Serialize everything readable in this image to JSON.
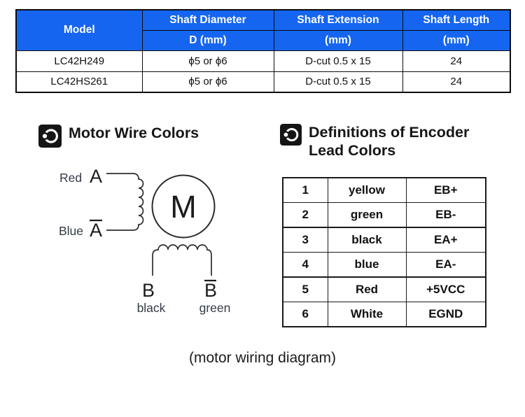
{
  "page": {
    "caption": "(motor wiring diagram)"
  },
  "colors": {
    "table_header_bg": "#1565F0",
    "table_header_text": "#ffffff",
    "table_border": "#0d0d0d"
  },
  "spec_table": {
    "columns": [
      "Model",
      "Shaft Diameter",
      "Shaft Extension",
      "Shaft Length"
    ],
    "subheaders": [
      "D (mm)",
      "(mm)",
      "(mm)"
    ],
    "rows": [
      {
        "model": "LC42H249",
        "diameter": "ϕ5 or ϕ6",
        "extension": "D-cut 0.5 x 15",
        "length": "24"
      },
      {
        "model": "LC42HS261",
        "diameter": "ϕ5 or ϕ6",
        "extension": "D-cut 0.5 x 15",
        "length": "24"
      }
    ]
  },
  "motor_section": {
    "icon": "bullseye-bullet-icon",
    "heading": "Motor Wire Colors",
    "diagram": {
      "motor_symbol": "M",
      "phase_a": {
        "wire_color": "Red",
        "terminal": "A"
      },
      "phase_a_bar": {
        "wire_color": "Blue",
        "terminal": "A"
      },
      "phase_b": {
        "wire_color": "black",
        "terminal": "B"
      },
      "phase_b_bar": {
        "wire_color": "green",
        "terminal": "B"
      }
    }
  },
  "encoder_section": {
    "icon": "bullseye-bullet-icon",
    "heading_line1": "Definitions of Encoder",
    "heading_line2": "Lead Colors",
    "table_rows": [
      {
        "pin": "1",
        "color": "yellow",
        "signal": "EB+"
      },
      {
        "pin": "2",
        "color": "green",
        "signal": "EB-"
      },
      {
        "pin": "3",
        "color": "black",
        "signal": "EA+"
      },
      {
        "pin": "4",
        "color": "blue",
        "signal": "EA-"
      },
      {
        "pin": "5",
        "color": "Red",
        "signal": "+5VCC"
      },
      {
        "pin": "6",
        "color": "White",
        "signal": "EGND"
      }
    ]
  }
}
